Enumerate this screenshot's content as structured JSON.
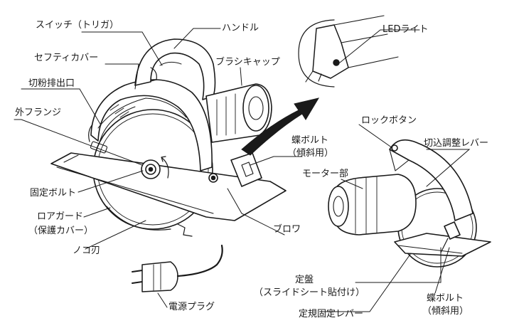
{
  "labels": {
    "switch_trigger": "スイッチ（トリガ）",
    "handle": "ハンドル",
    "safety_cover": "セフティカバー",
    "brush_cap": "ブラシキャップ",
    "led_light": "LEDライト",
    "dust_outlet": "切粉排出口",
    "outer_flange": "外フランジ",
    "lock_button": "ロックボタン",
    "wing_bolt_tilt": "蝶ボルト",
    "tilt_use": "（傾斜用）",
    "depth_lever": "切込調整レバー",
    "motor": "モーター部",
    "fixing_bolt": "固定ボルト",
    "lower_guard": "ロアガード",
    "protective_cover": "（保護カバー）",
    "blower": "ブロワ",
    "saw_blade": "ノコ刃",
    "base_plate": "定盤",
    "slide_sheet": "（スライドシート貼付け）",
    "wing_bolt_tilt_2": "蝶ボルト",
    "tilt_use_2": "（傾斜用）",
    "power_plug": "電源プラグ",
    "guide_lever": "定規固定レバー"
  }
}
